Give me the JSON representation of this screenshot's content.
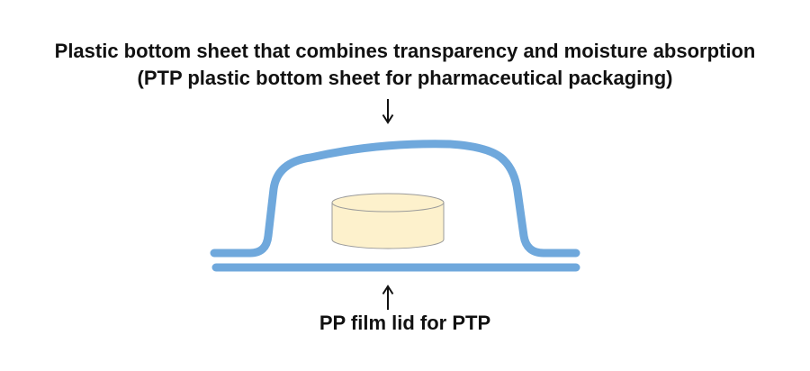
{
  "diagram": {
    "top_label_line1": "Plastic bottom sheet that combines transparency and moisture absorption",
    "top_label_line2": "(PTP plastic bottom sheet for pharmaceutical packaging)",
    "bottom_label": "PP film lid for PTP"
  },
  "colors": {
    "sheet": "#6fa8dc",
    "tablet_fill": "#fdf1cc",
    "tablet_stroke": "#9a9a9a",
    "arrow": "#111111",
    "text": "#111111"
  },
  "icons": {
    "top_arrow": "arrow-down-icon",
    "bottom_arrow": "arrow-up-icon"
  }
}
